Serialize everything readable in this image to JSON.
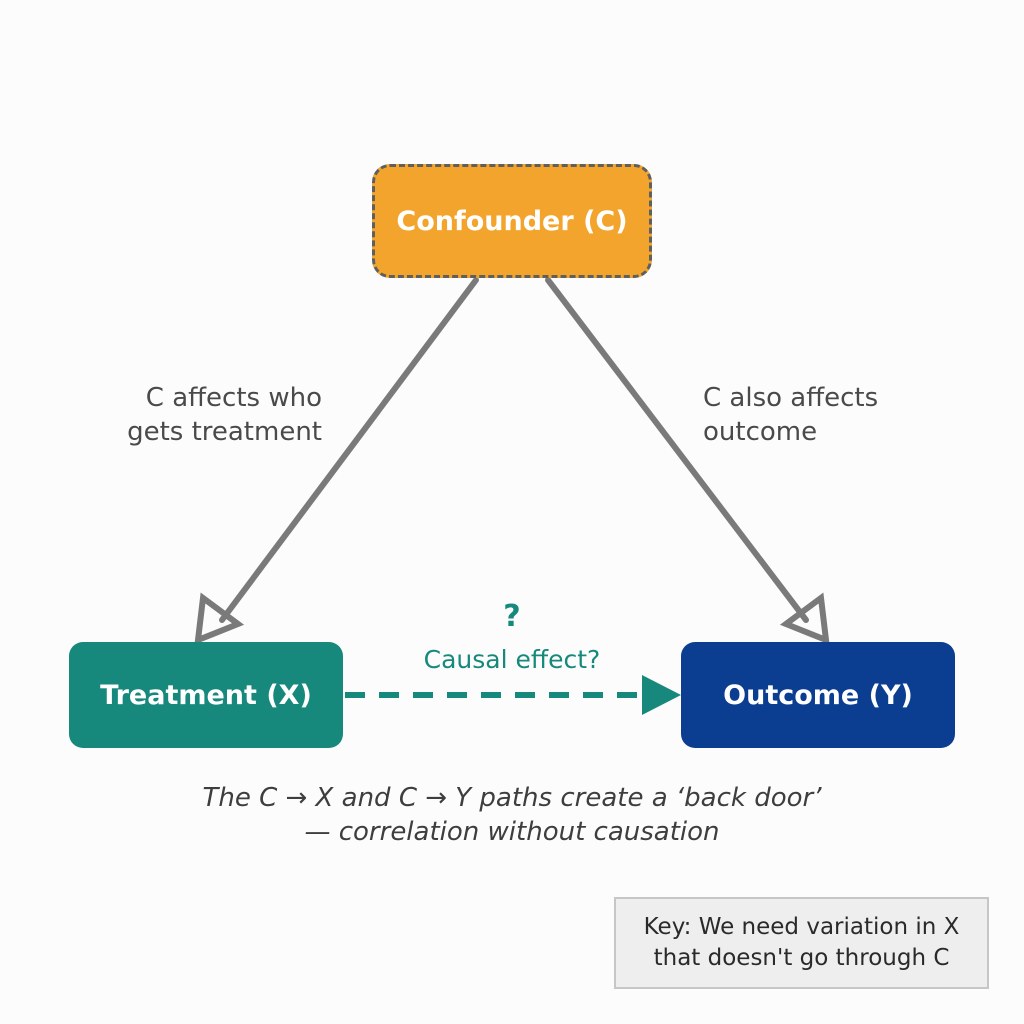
{
  "nodes": {
    "confounder": {
      "label": "Confounder (C)",
      "color": "#f3a42c",
      "border": "dashed"
    },
    "treatment": {
      "label": "Treatment (X)",
      "color": "#17897c"
    },
    "outcome": {
      "label": "Outcome (Y)",
      "color": "#0b3d91"
    }
  },
  "edges": {
    "c_to_x": {
      "line1": "C affects who",
      "line2": "gets treatment",
      "color": "#7a7a7a"
    },
    "c_to_y": {
      "line1": "C also affects",
      "line2": "outcome",
      "color": "#7a7a7a"
    },
    "x_to_y": {
      "question": "?",
      "label": "Causal effect?",
      "color": "#17897c",
      "style": "dashed"
    }
  },
  "caption": {
    "line1": "The C → X and C → Y paths create a ‘back door’",
    "line2": "— correlation without causation"
  },
  "key": {
    "line1": "Key: We need variation in X",
    "line2": "that doesn't go through C"
  }
}
